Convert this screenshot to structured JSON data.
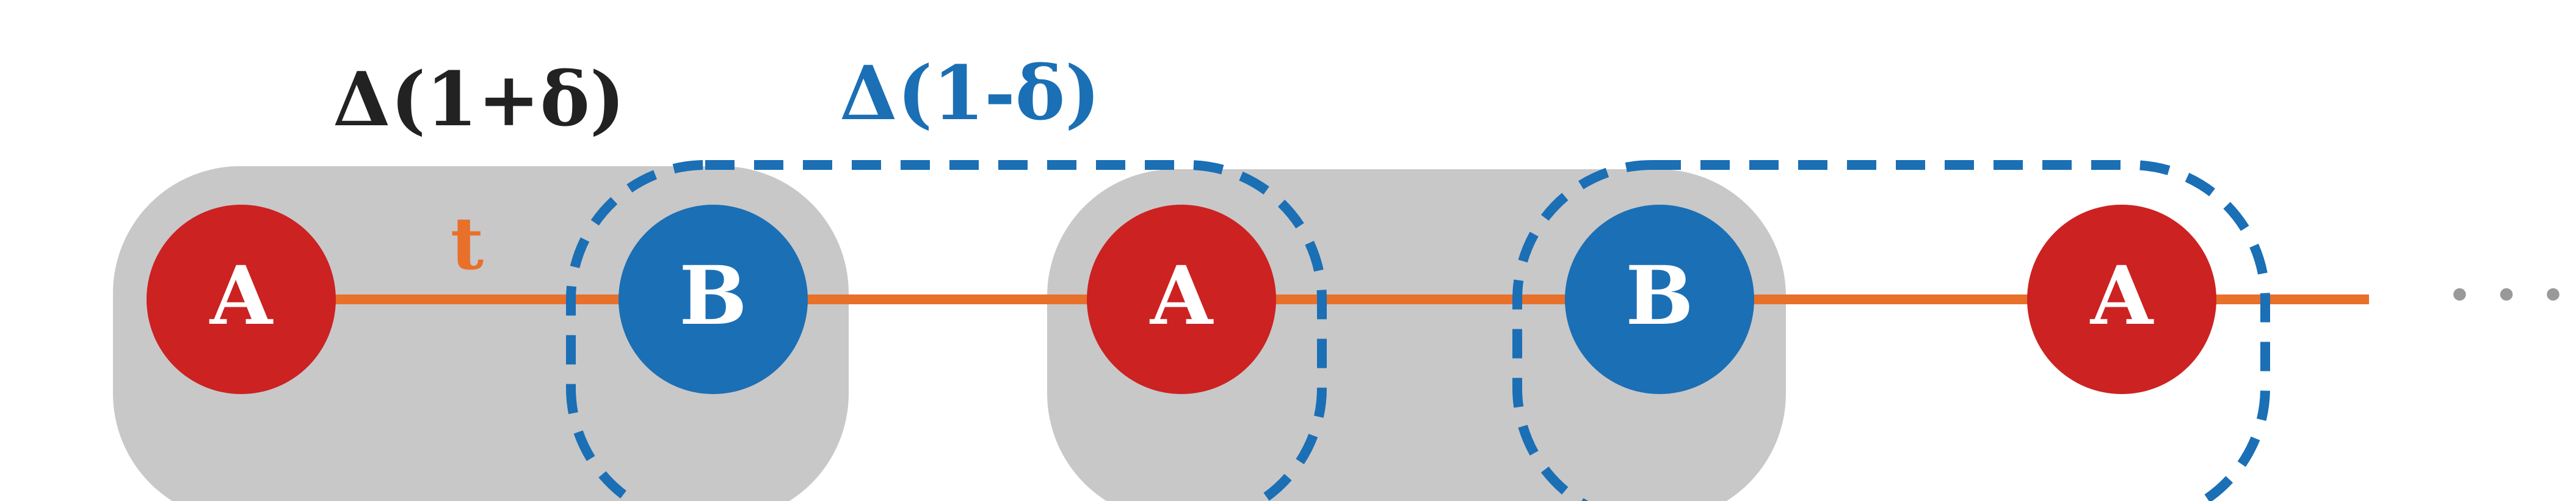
{
  "labels": {
    "strong_bond": "Δ(1+δ)",
    "weak_bond": "Δ(1-δ)",
    "hopping": "t",
    "continuation": "· · ·"
  },
  "sites": [
    {
      "label": "A",
      "sublattice": "A"
    },
    {
      "label": "B",
      "sublattice": "B"
    },
    {
      "label": "A",
      "sublattice": "A"
    },
    {
      "label": "B",
      "sublattice": "B"
    },
    {
      "label": "A",
      "sublattice": "A"
    }
  ],
  "colors": {
    "site_a": "#cc2222",
    "site_b": "#1b6fb5",
    "chain_line": "#e8702a",
    "strong_dimer_fill": "#c8c8c8",
    "weak_dimer_outline": "#1b6fb5",
    "strong_label": "#222222",
    "weak_label": "#1b6fb5",
    "hopping_label": "#e8702a",
    "continuation_dots": "#999999"
  }
}
